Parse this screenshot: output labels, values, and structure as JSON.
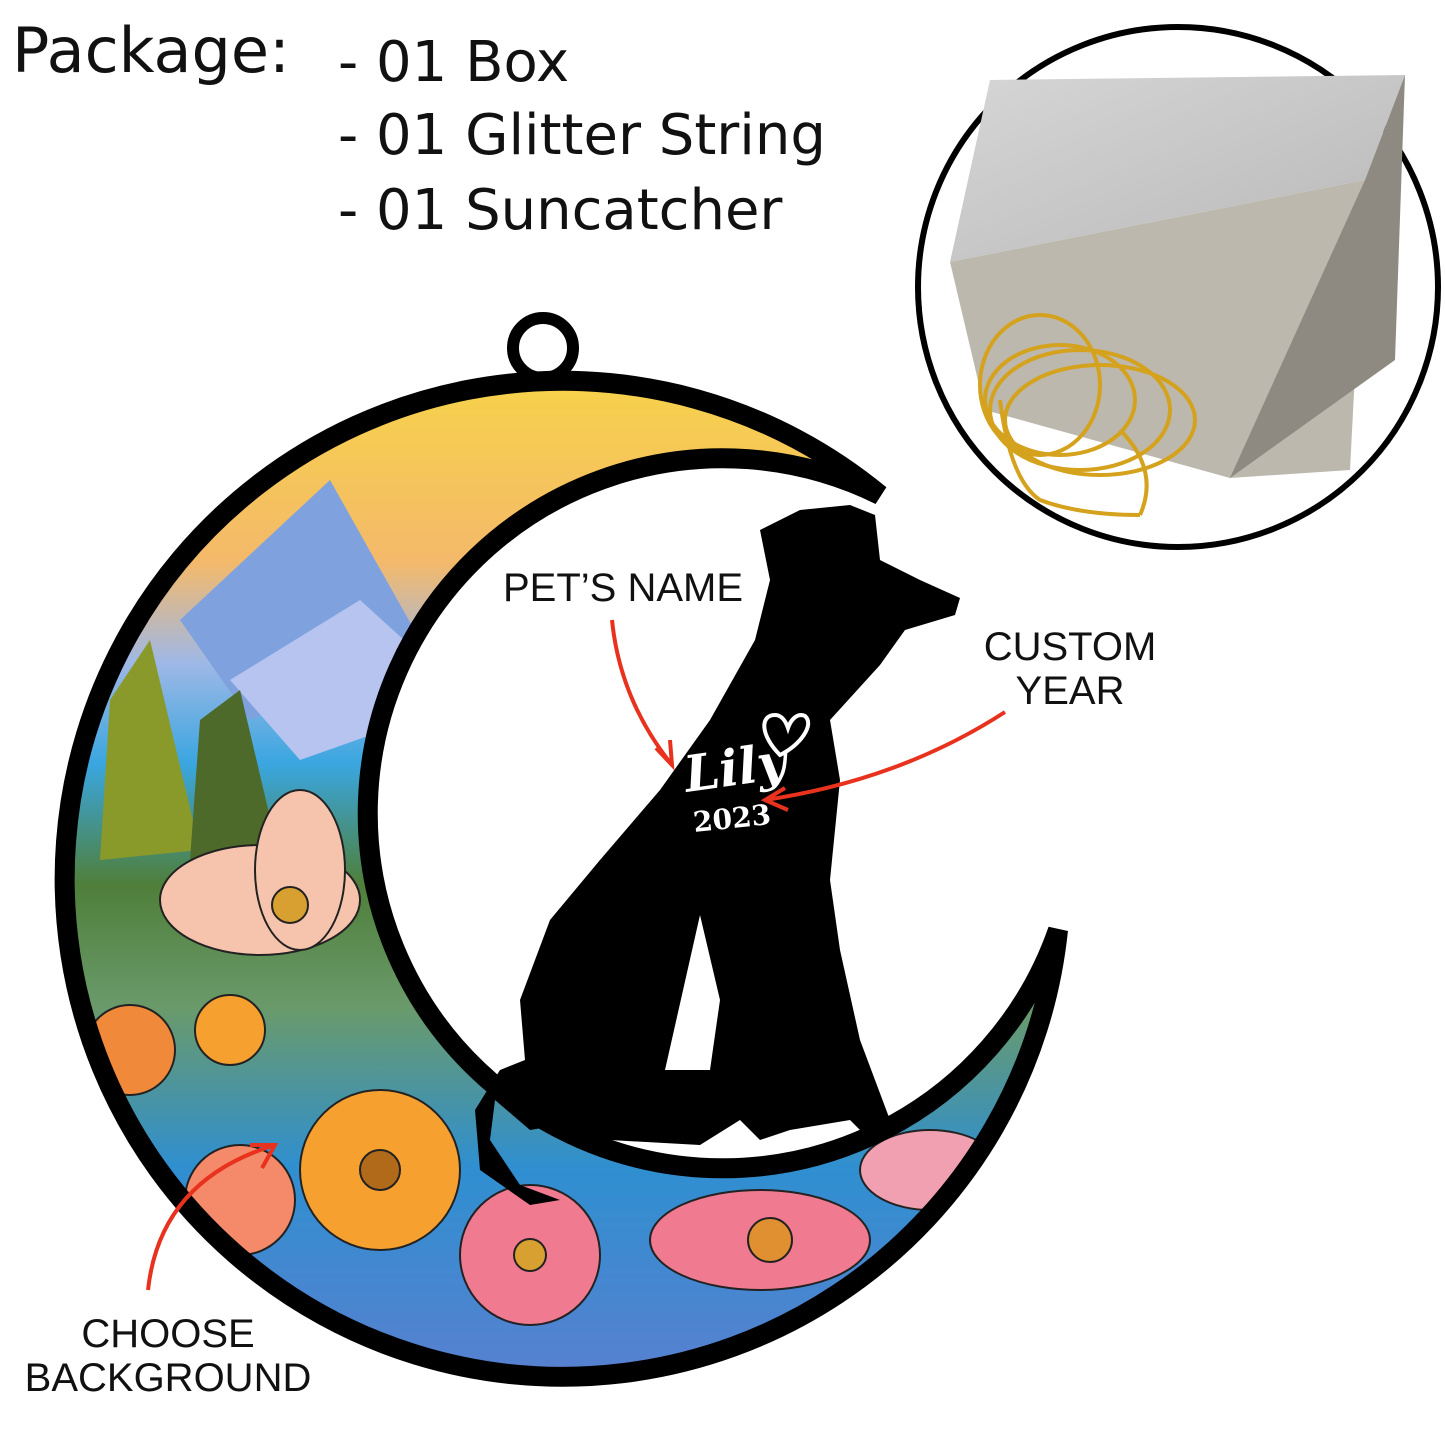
{
  "package": {
    "title": "Package:",
    "items": [
      "- 01 Box",
      "- 01 Glitter String",
      "- 01 Suncatcher"
    ]
  },
  "callouts": {
    "pets_name": "PET’S NAME",
    "custom_year_line1": "CUSTOM",
    "custom_year_line2": "YEAR",
    "choose_bg_line1": "CHOOSE",
    "choose_bg_line2": "BACKGROUND"
  },
  "personalization": {
    "name": "Lily",
    "year": "2023"
  },
  "colors": {
    "arrow": "#e8321e",
    "frame": "#000000",
    "string": "#d4a21c",
    "box": "#c9c9c9"
  }
}
